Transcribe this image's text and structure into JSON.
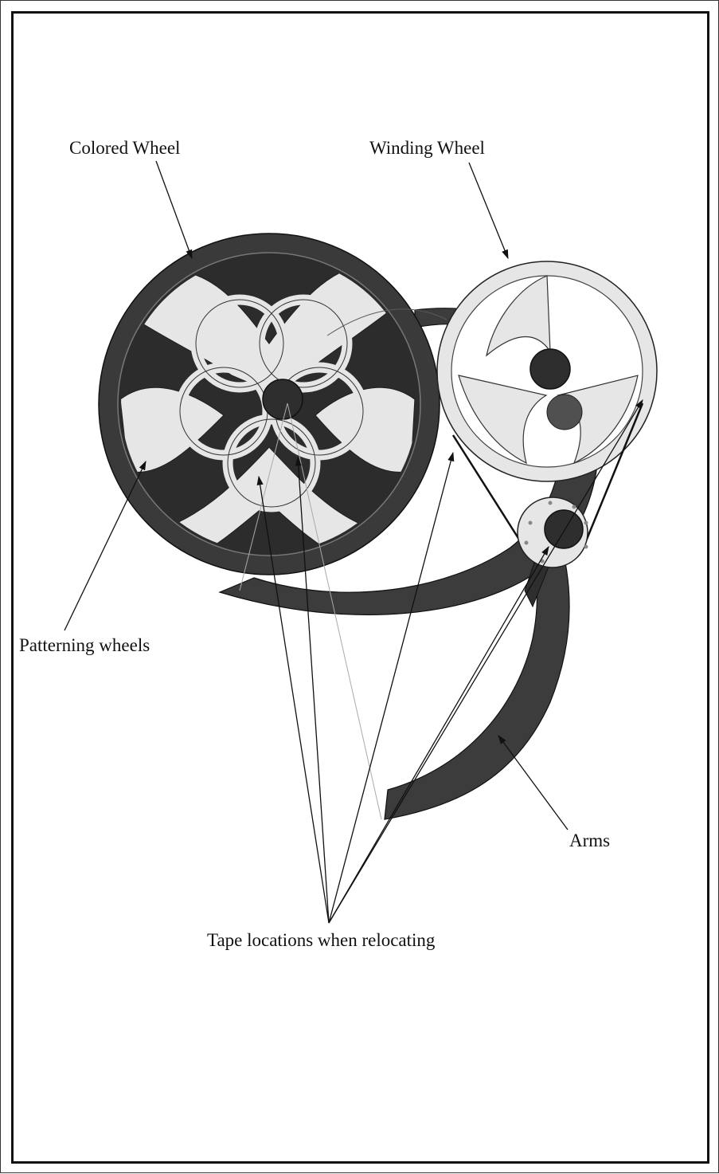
{
  "labels": {
    "colored_wheel": "Colored Wheel",
    "winding_wheel": "Winding Wheel",
    "patterning_wheels": "Patterning wheels",
    "arms": "Arms",
    "tape_locations": "Tape locations when relocating"
  },
  "colors": {
    "wheel_dark": "#3a3a3a",
    "wheel_light": "#e6e6e6",
    "outline": "#111111"
  }
}
